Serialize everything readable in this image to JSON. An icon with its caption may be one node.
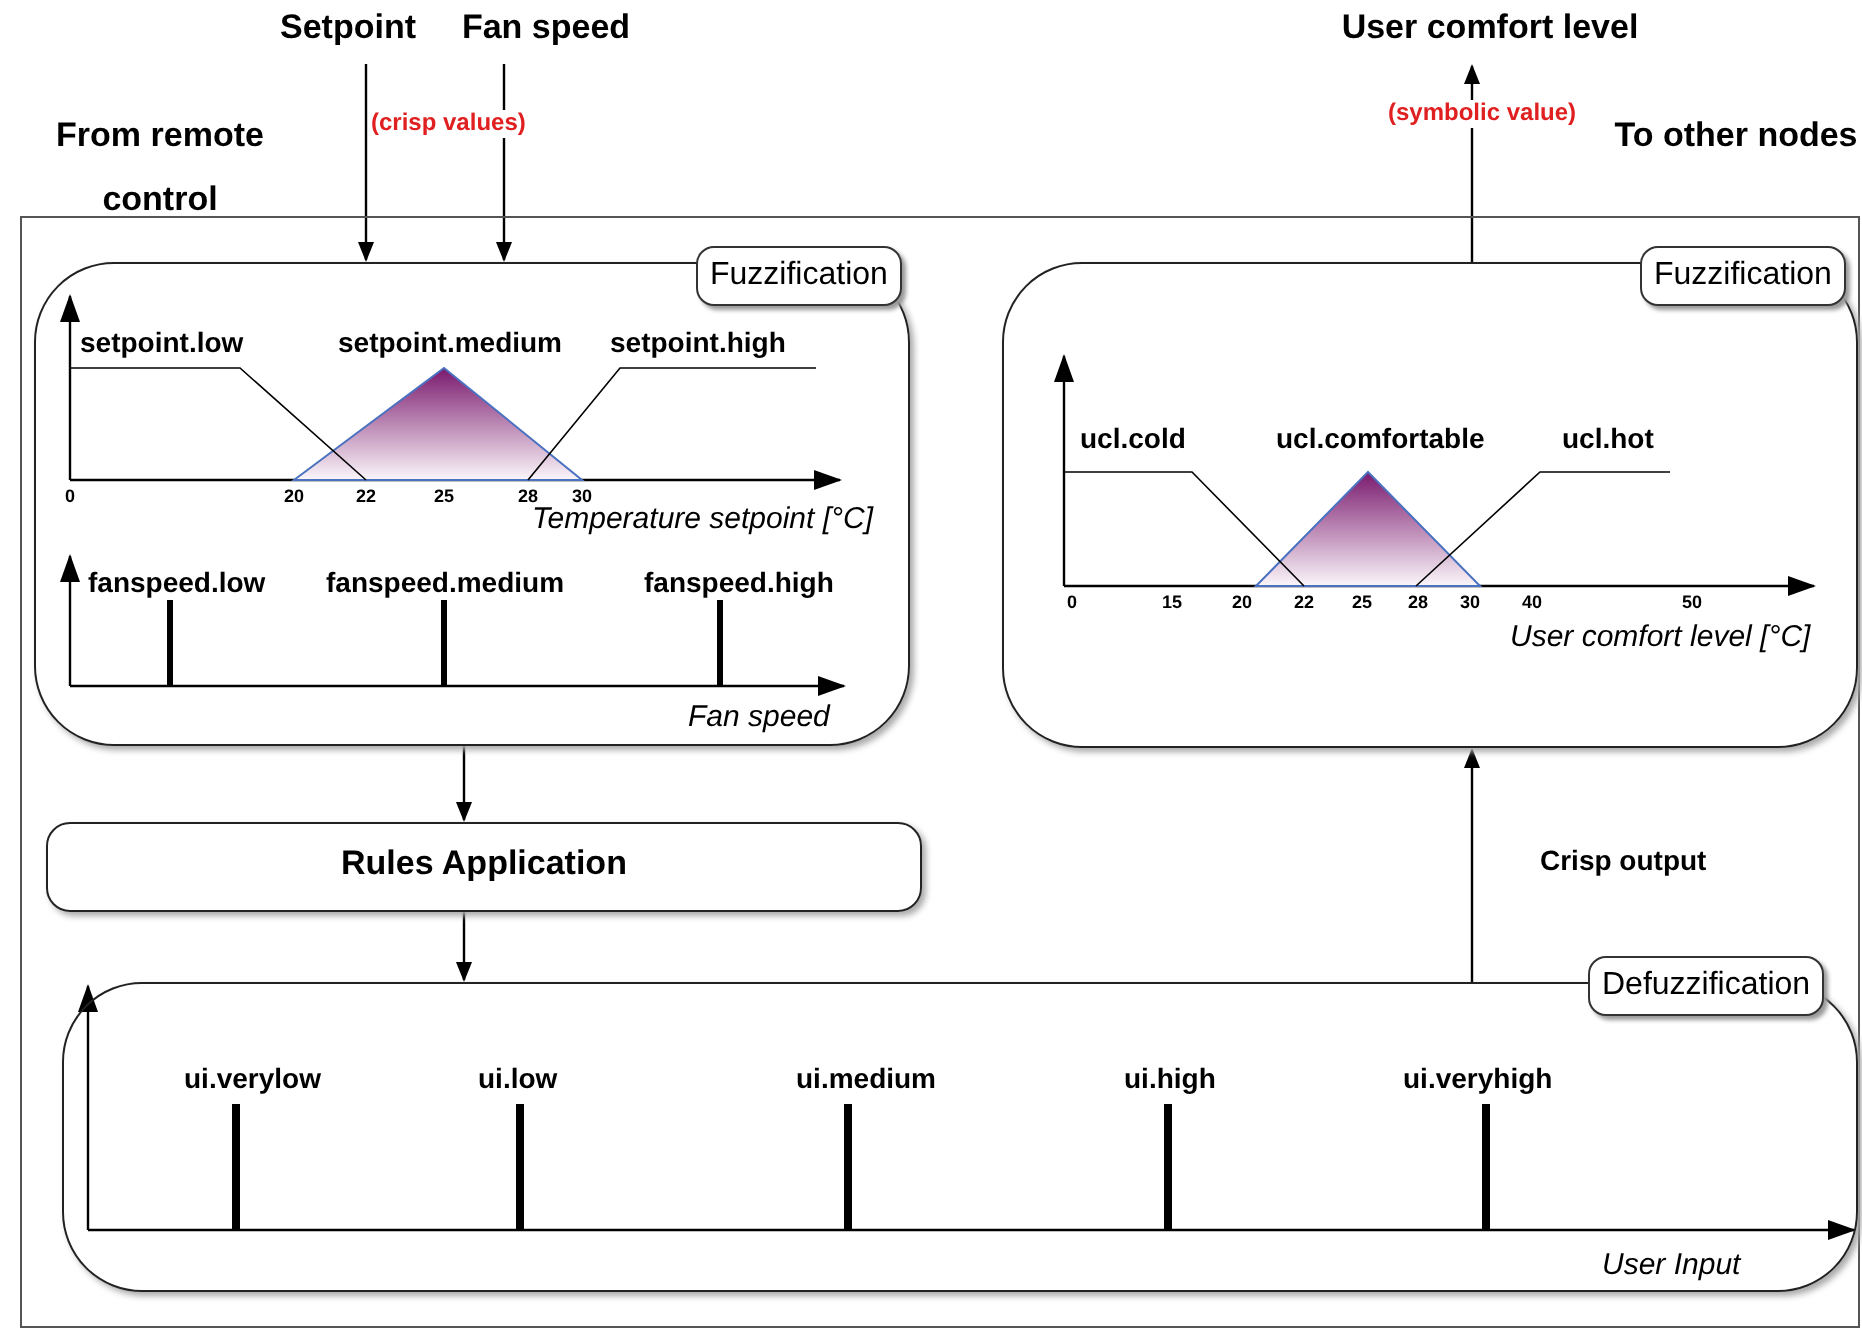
{
  "diagram": {
    "nodes": [
      {
        "text": [],
        "shape": "box"
      },
      {
        "text": [
          "Fuzzification"
        ],
        "in": 0
      },
      {
        "text": [
          "Fuzzification"
        ],
        "in": 0
      },
      {
        "text": [
          "Rules Application"
        ],
        "in": 0
      },
      {
        "text": [
          "Defuzzification"
        ],
        "in": 0
      },
      {
        "text": [
          "Setpoint"
        ]
      },
      {
        "text": [
          "Fan speed"
        ]
      },
      {
        "text": [
          "User comfort level"
        ]
      }
    ],
    "edges": [
      {
        "from": 5,
        "to": 1,
        "arrow": "to"
      },
      {
        "from": 6,
        "to": 1,
        "arrow": "to"
      },
      {
        "from": 1,
        "to": 3,
        "arrow": "to"
      },
      {
        "from": 3,
        "to": 4,
        "arrow": "to"
      },
      {
        "from": 4,
        "to": 2,
        "arrow": "to",
        "label": "Crisp output"
      },
      {
        "from": 2,
        "to": 7,
        "arrow": "to"
      }
    ],
    "labels": [
      "From remote control",
      "(crisp values)",
      "(symbolic value)",
      "To other nodes",
      "setpoint.low",
      "setpoint.medium",
      "setpoint.high",
      "0",
      "20",
      "22",
      "25",
      "28",
      "30",
      "Temperature setpoint  [°C]",
      "fanspeed.low",
      "fanspeed.medium",
      "fanspeed.high",
      "Fan speed",
      "ucl.cold",
      "ucl.comfortable",
      "ucl.hot",
      "0",
      "15",
      "20",
      "22",
      "25",
      "28",
      "30",
      "40",
      "50",
      "User comfort level  [°C]",
      "ui.verylow",
      "ui.low",
      "ui.medium",
      "ui.high",
      "ui.veryhigh",
      "User Input"
    ]
  }
}
